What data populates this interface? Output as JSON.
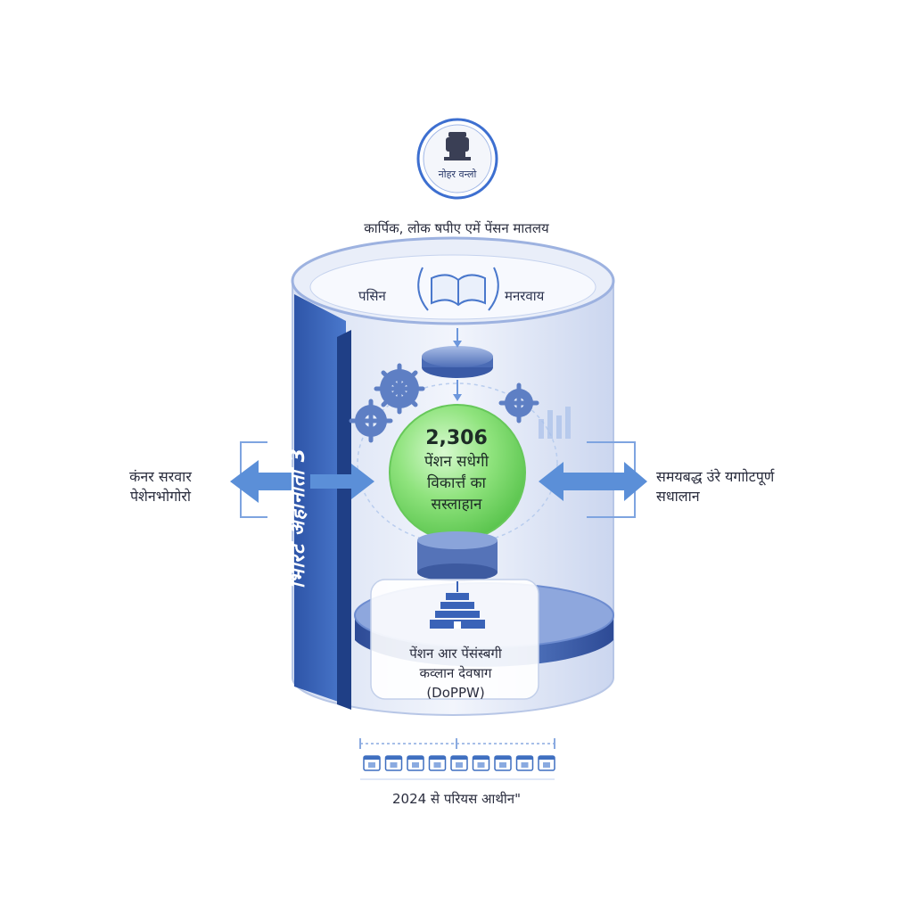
{
  "emblem": {
    "caption": "नोहर वन्लो",
    "icon": "state-emblem-icon"
  },
  "ministry": {
    "label": "कार्पिक, लोक षपीए एमें पेंसन मातलय"
  },
  "top_labels": {
    "left": "पसिन",
    "right": "मनरवाय",
    "icon": "open-book-laurel-icon"
  },
  "center": {
    "number": "2,306",
    "line1": "पेंशन सधेगी",
    "line2": "विकार्त्तं का",
    "line3": "सस्लाहान"
  },
  "left_side": {
    "line1": "कंनर सरवार",
    "line2": "पेशेनभोगोरो"
  },
  "right_side": {
    "line1": "समयबद्ध उंरे यगाोटपूर्ण",
    "line2": "सधालान"
  },
  "vertical_label": "भिरिट अहोनाता 3",
  "department": {
    "line1": "पेंशन आर पेंसंस्बगी",
    "line2": "कव्लान देवषाग",
    "line3": "(DoPPW)",
    "icon": "building-icon"
  },
  "footer": {
    "label": "2024 से परियस आथीन\""
  },
  "timeline": {
    "icon": "calendar-icon",
    "count": 9
  },
  "colors": {
    "primary": "#3f6fc0",
    "dark_blue": "#2b4f9e",
    "light_blue": "#cdd9f1",
    "green": "#7fdb6f",
    "arrow": "#5b8fd8"
  }
}
